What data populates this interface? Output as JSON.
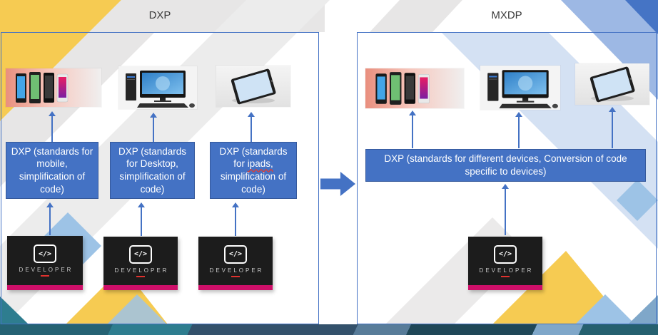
{
  "colors": {
    "accent_blue": "#4472C4",
    "box_text_color": "#FFFFFF",
    "bg_yellow": "#F6CB52",
    "bg_gray": "#E7E6E6",
    "bg_blue_light": "#9DB8E4",
    "bg_blue_pale": "#C9D9F0",
    "developer_bg": "#1C1C1C",
    "developer_stripe": "#CE0F69",
    "developer_text": "#C9C9C9",
    "bottom_bar_teal": "#2E7D8F",
    "spellcheck_red": "#E03C31"
  },
  "left_panel": {
    "title": "DXP",
    "columns": [
      {
        "device_icon": "smartphones",
        "box_text": "DXP (standards for mobile, simplification of code)",
        "developer_label": "DEVELOPER",
        "code_icon": "</>"
      },
      {
        "device_icon": "desktop-computer",
        "box_text": "DXP (standards for Desktop, simplification of code)",
        "developer_label": "DEVELOPER",
        "code_icon": "</>"
      },
      {
        "device_icon": "tablet",
        "box_text_parts": {
          "pre": "DXP (standards for ",
          "misspelled": "ipads,",
          "post": " simplification of code)"
        },
        "developer_label": "DEVELOPER",
        "code_icon": "</>"
      }
    ]
  },
  "right_panel": {
    "title": "MXDP",
    "box_text": "DXP (standards for different devices, Conversion of code specific to devices)",
    "developer_label": "DEVELOPER",
    "code_icon": "</>"
  }
}
